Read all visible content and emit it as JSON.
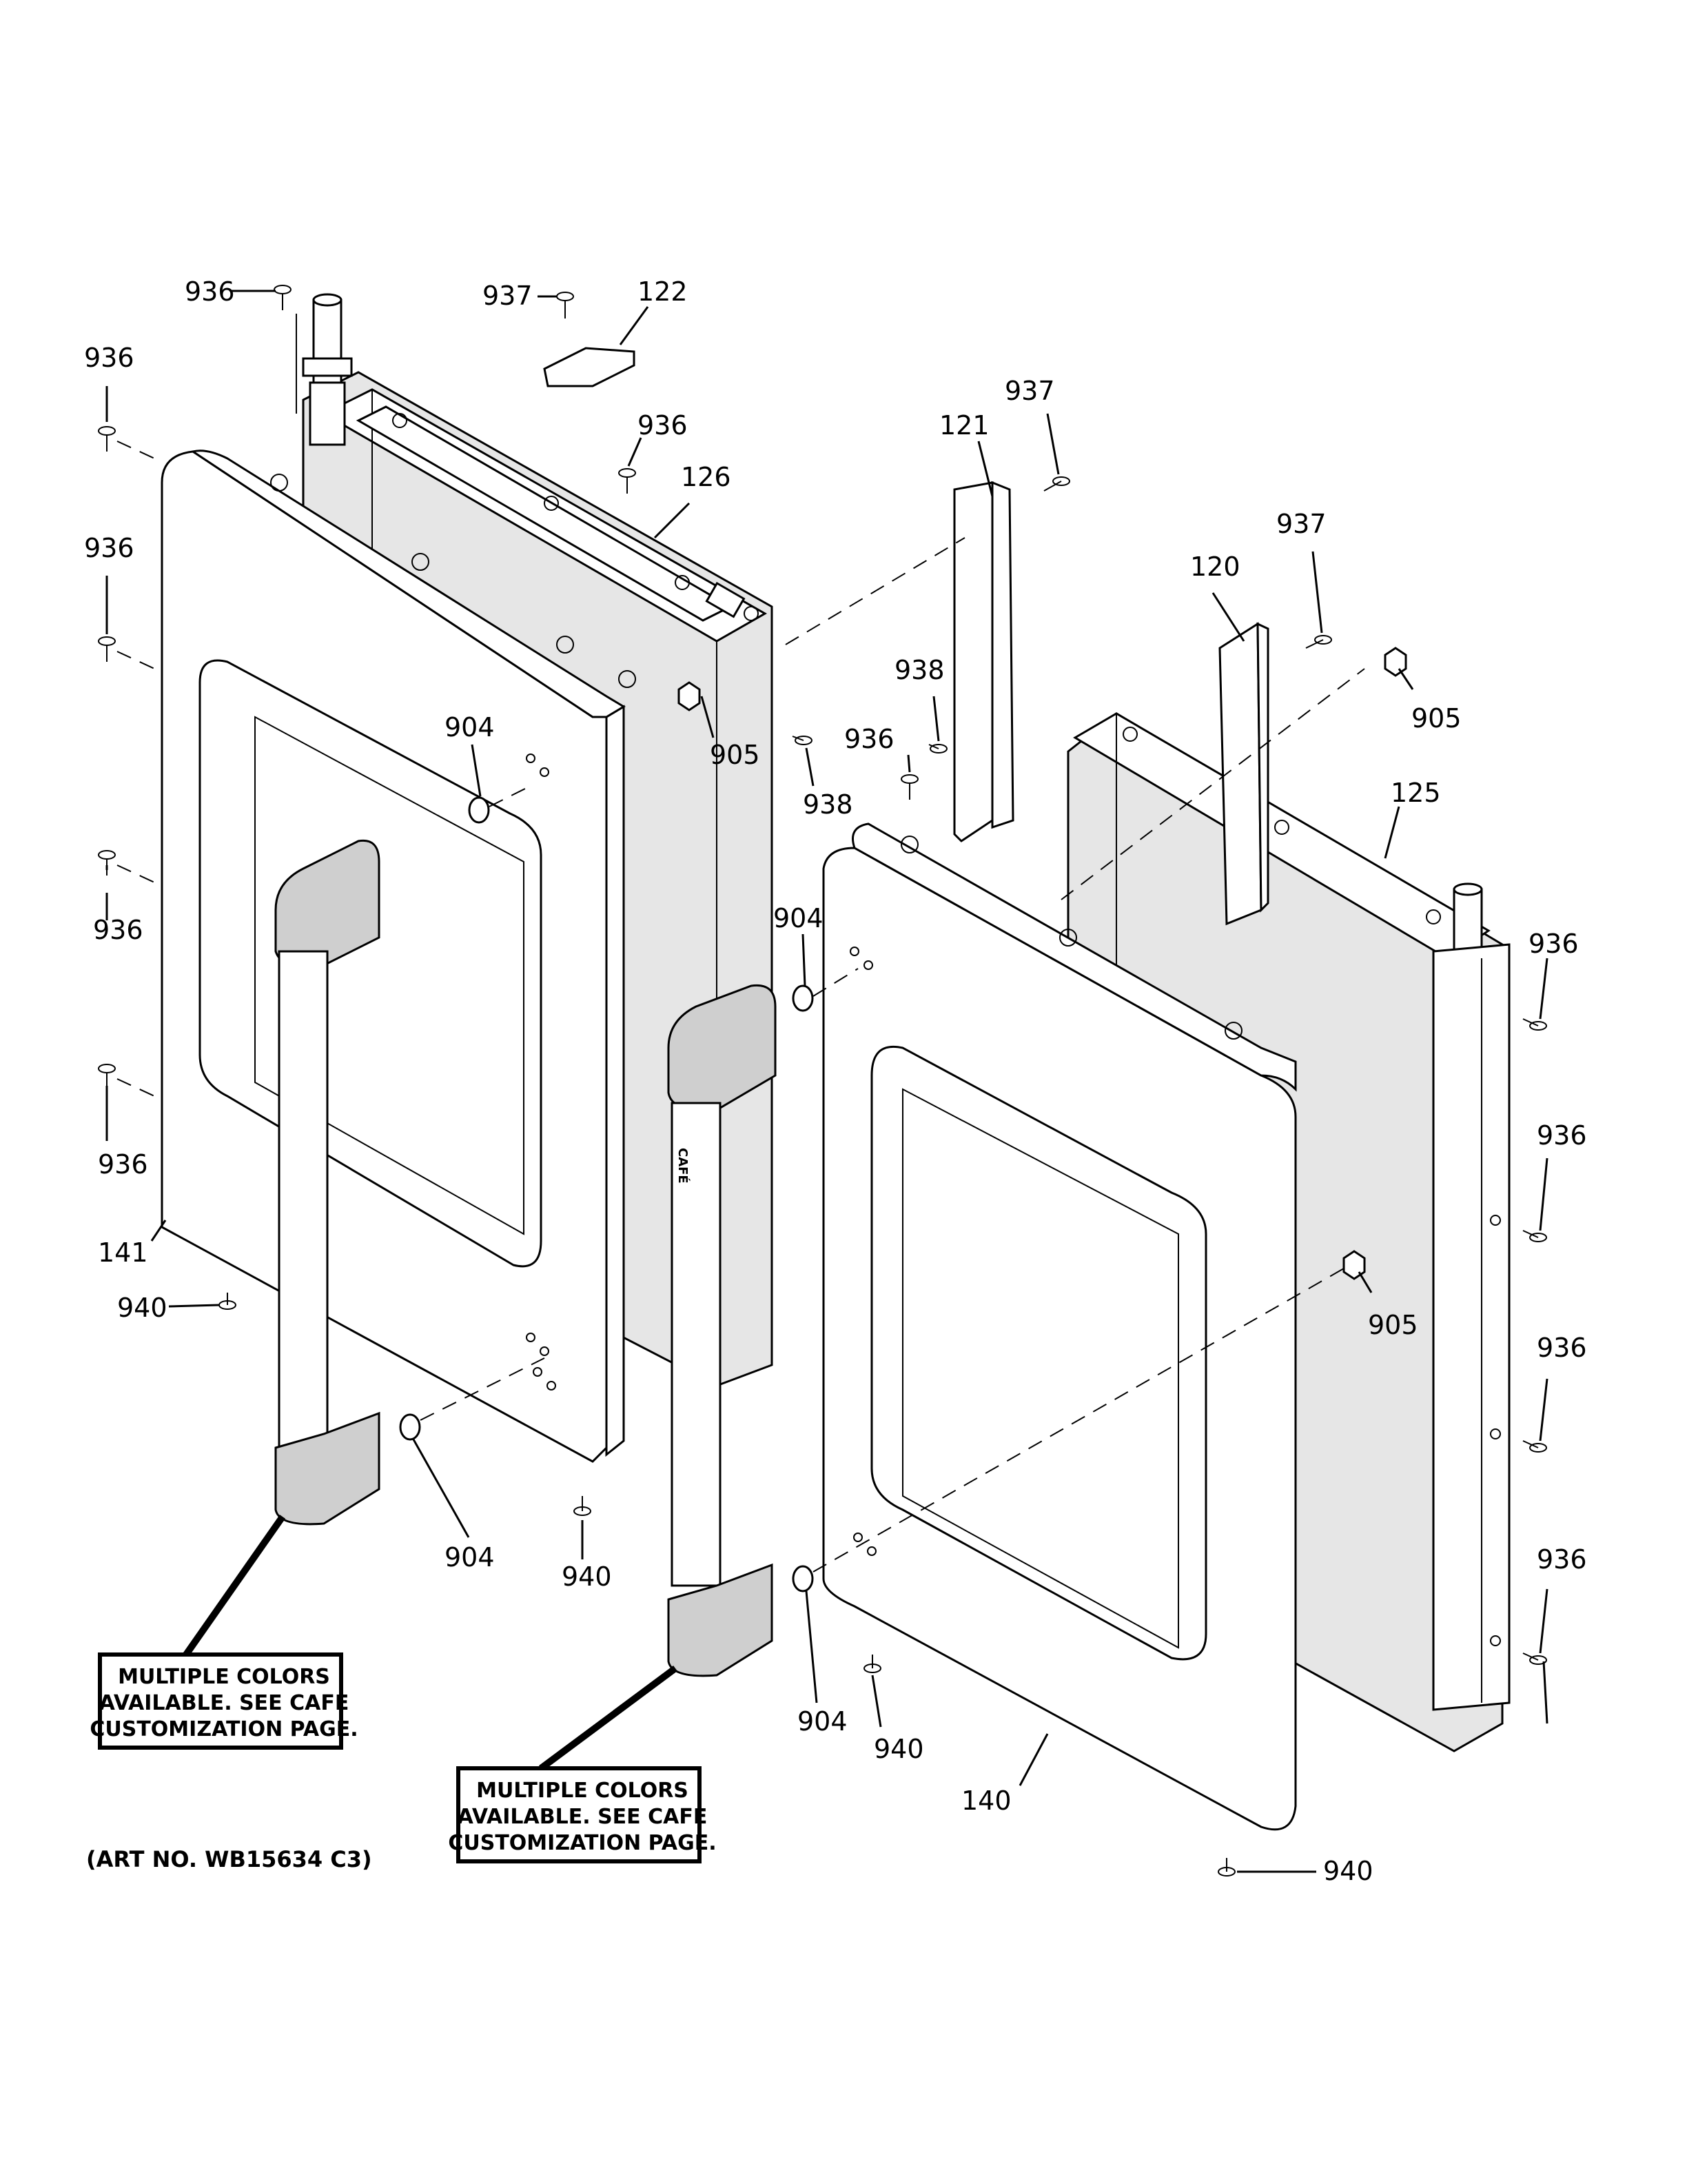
{
  "diagram": {
    "labels": {
      "l_936_a": "936",
      "l_937_a": "937",
      "l_122": "122",
      "l_936_b": "936",
      "l_936_c": "936",
      "l_126": "126",
      "l_121": "121",
      "l_937_b": "937",
      "l_937_c": "937",
      "l_120": "120",
      "l_936_d": "936",
      "l_938_a": "938",
      "l_904_a": "904",
      "l_905_a": "905",
      "l_938_b": "938",
      "l_936_e": "936",
      "l_905_b": "905",
      "l_125": "125",
      "l_936_f": "936",
      "l_904_b": "904",
      "l_936_g": "936",
      "l_936_h": "936",
      "l_141": "141",
      "l_940_a": "940",
      "l_905_c": "905",
      "l_936_i": "936",
      "l_904_c": "904",
      "l_940_b": "940",
      "l_936_j": "936",
      "l_904_d": "904",
      "l_940_c": "940",
      "l_140": "140",
      "l_940_d": "940",
      "l_936_k": "936"
    },
    "note_left": {
      "line1": "MULTIPLE COLORS",
      "line2": "AVAILABLE. SEE CAFE",
      "line3": "CUSTOMIZATION PAGE."
    },
    "note_right": {
      "line1": "MULTIPLE COLORS",
      "line2": "AVAILABLE. SEE CAFE",
      "line3": "CUSTOMIZATION PAGE."
    },
    "art_number": "(ART NO. WB15634 C3)",
    "handle_logo": "CAFÉ"
  }
}
